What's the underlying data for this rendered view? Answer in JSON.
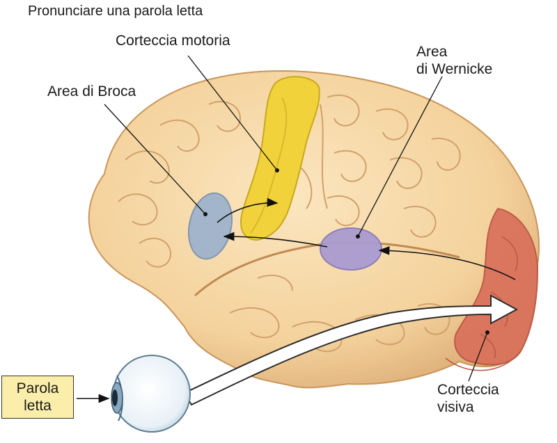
{
  "title": "Pronunciare una parola letta",
  "labels": {
    "motor_cortex": "Corteccia motoria",
    "broca": "Area di Broca",
    "wernicke_line1": "Area",
    "wernicke_line2": "di Wernicke",
    "visual_line1": "Corteccia",
    "visual_line2": "visiva",
    "input_line1": "Parola",
    "input_line2": "letta"
  },
  "colors": {
    "brain": "#f6d9a6",
    "brain_shadow": "#d9a870",
    "motor_cortex": "#f2d23a",
    "broca": "#9fb3cc",
    "wernicke": "#a99bd0",
    "visual_cortex": "#d9705a",
    "input_box": "#fbeeaa"
  }
}
